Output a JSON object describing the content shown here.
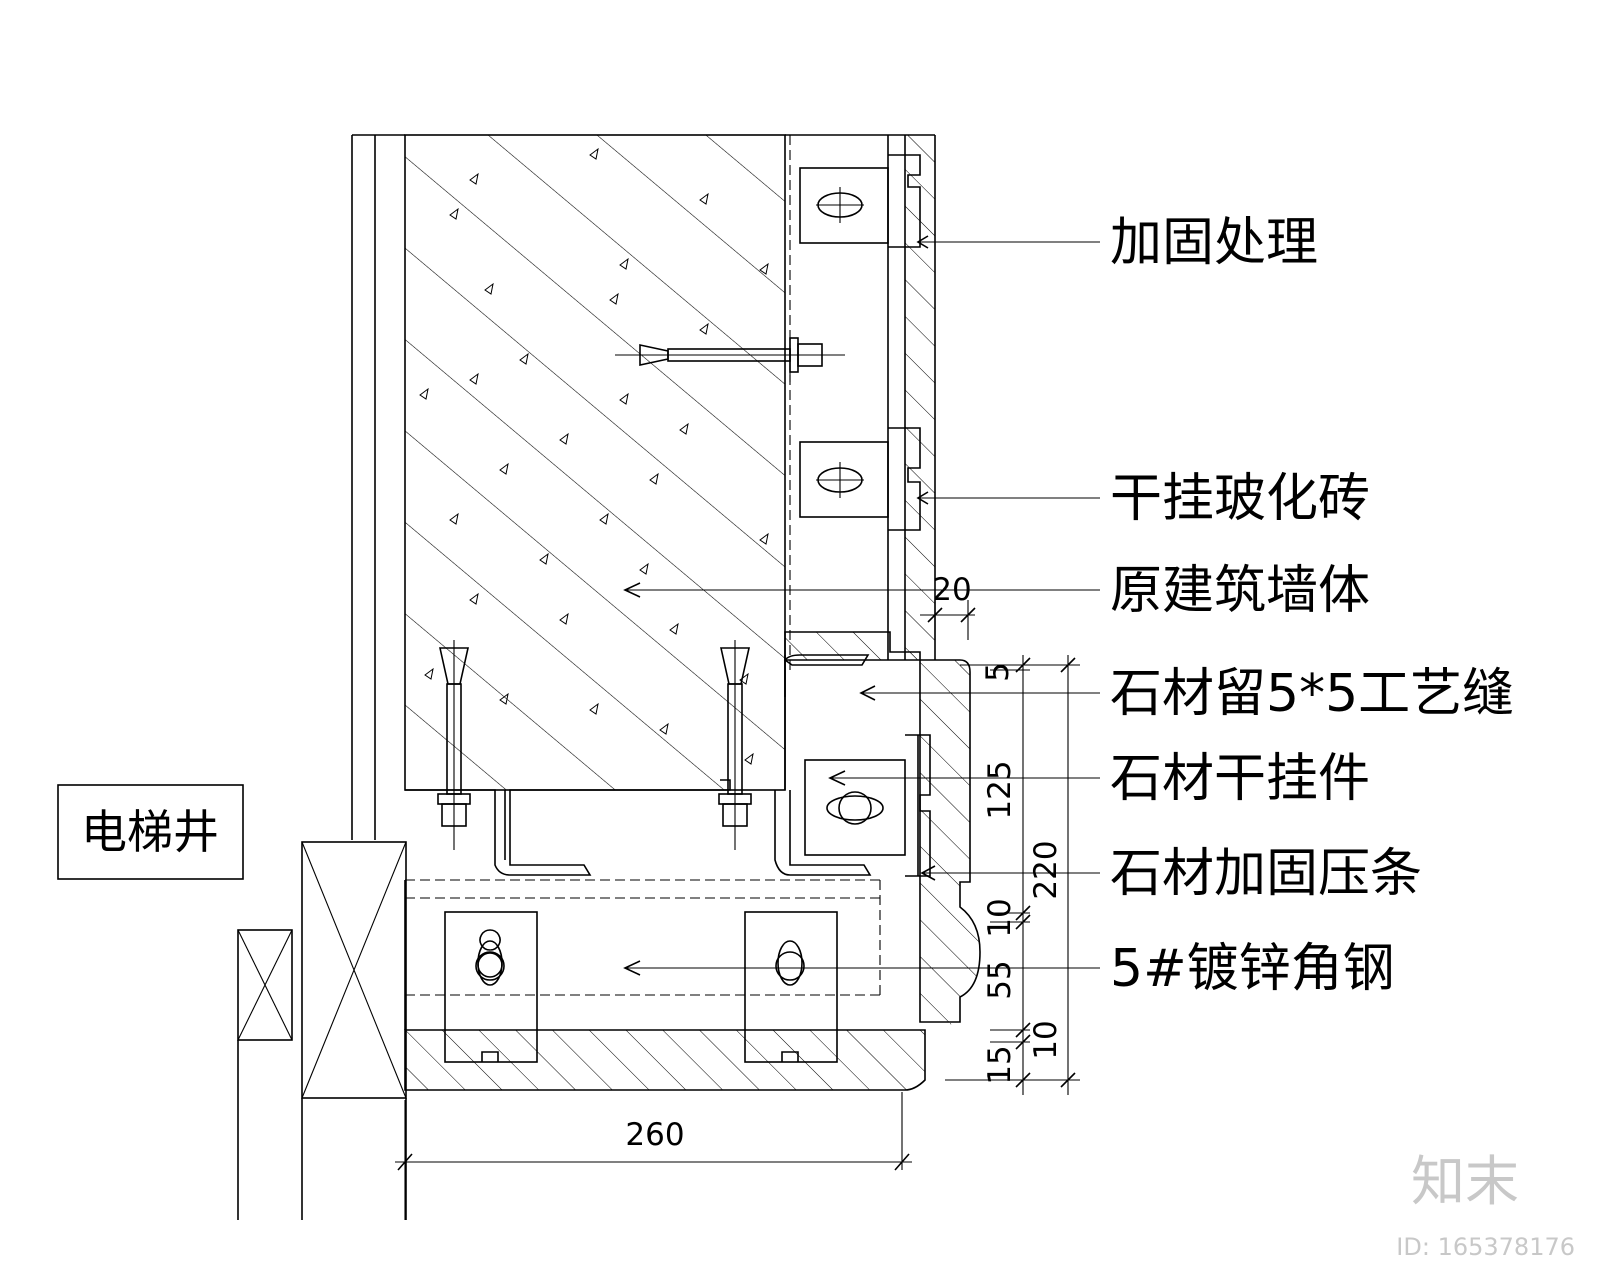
{
  "labels": {
    "elevator_shaft": "电梯井",
    "reinforcement": "加固处理",
    "dry_hang_tile": "干挂玻化砖",
    "original_wall": "原建筑墙体",
    "stone_groove": "石材留5*5工艺缝",
    "stone_hanger": "石材干挂件",
    "stone_press_strip": "石材加固压条",
    "angle_steel": "5#镀锌角钢"
  },
  "dimensions": {
    "width_260": "260",
    "d20": "20",
    "d5": "5",
    "d125": "125",
    "d10_upper": "10",
    "d220": "220",
    "d55": "55",
    "d10_lower": "10",
    "d15": "15"
  },
  "watermark": {
    "brand": "知末",
    "id": "ID: 165378176"
  }
}
